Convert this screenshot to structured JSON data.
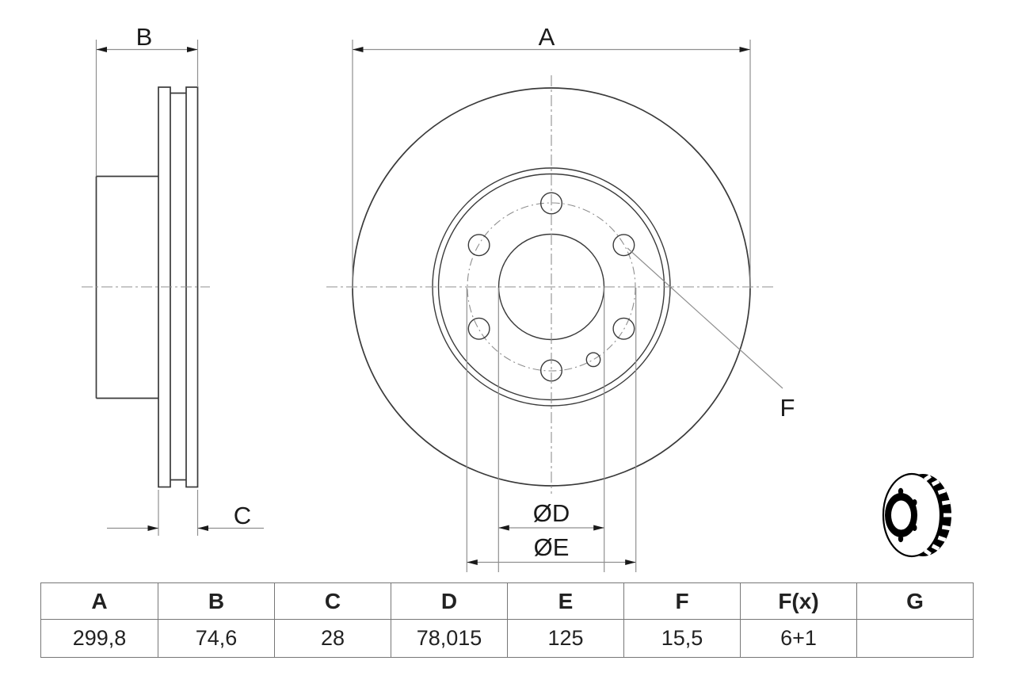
{
  "drawing": {
    "labels": {
      "a": "A",
      "b": "B",
      "c": "C",
      "f": "F",
      "dd": "ØD",
      "de": "ØE"
    }
  },
  "table": {
    "headers": [
      "A",
      "B",
      "C",
      "D",
      "E",
      "F",
      "F(x)",
      "G"
    ],
    "values": [
      "299,8",
      "74,6",
      "28",
      "78,015",
      "125",
      "15,5",
      "6+1",
      ""
    ]
  },
  "icon": {
    "name": "vented-brake-disc-icon"
  },
  "colors": {
    "background": "#ffffff",
    "object_line": "#3a3a3a",
    "dimension_line": "#8f8f8f",
    "arrow": "#1a1a1a",
    "table_border": "#777777",
    "text": "#222222"
  }
}
